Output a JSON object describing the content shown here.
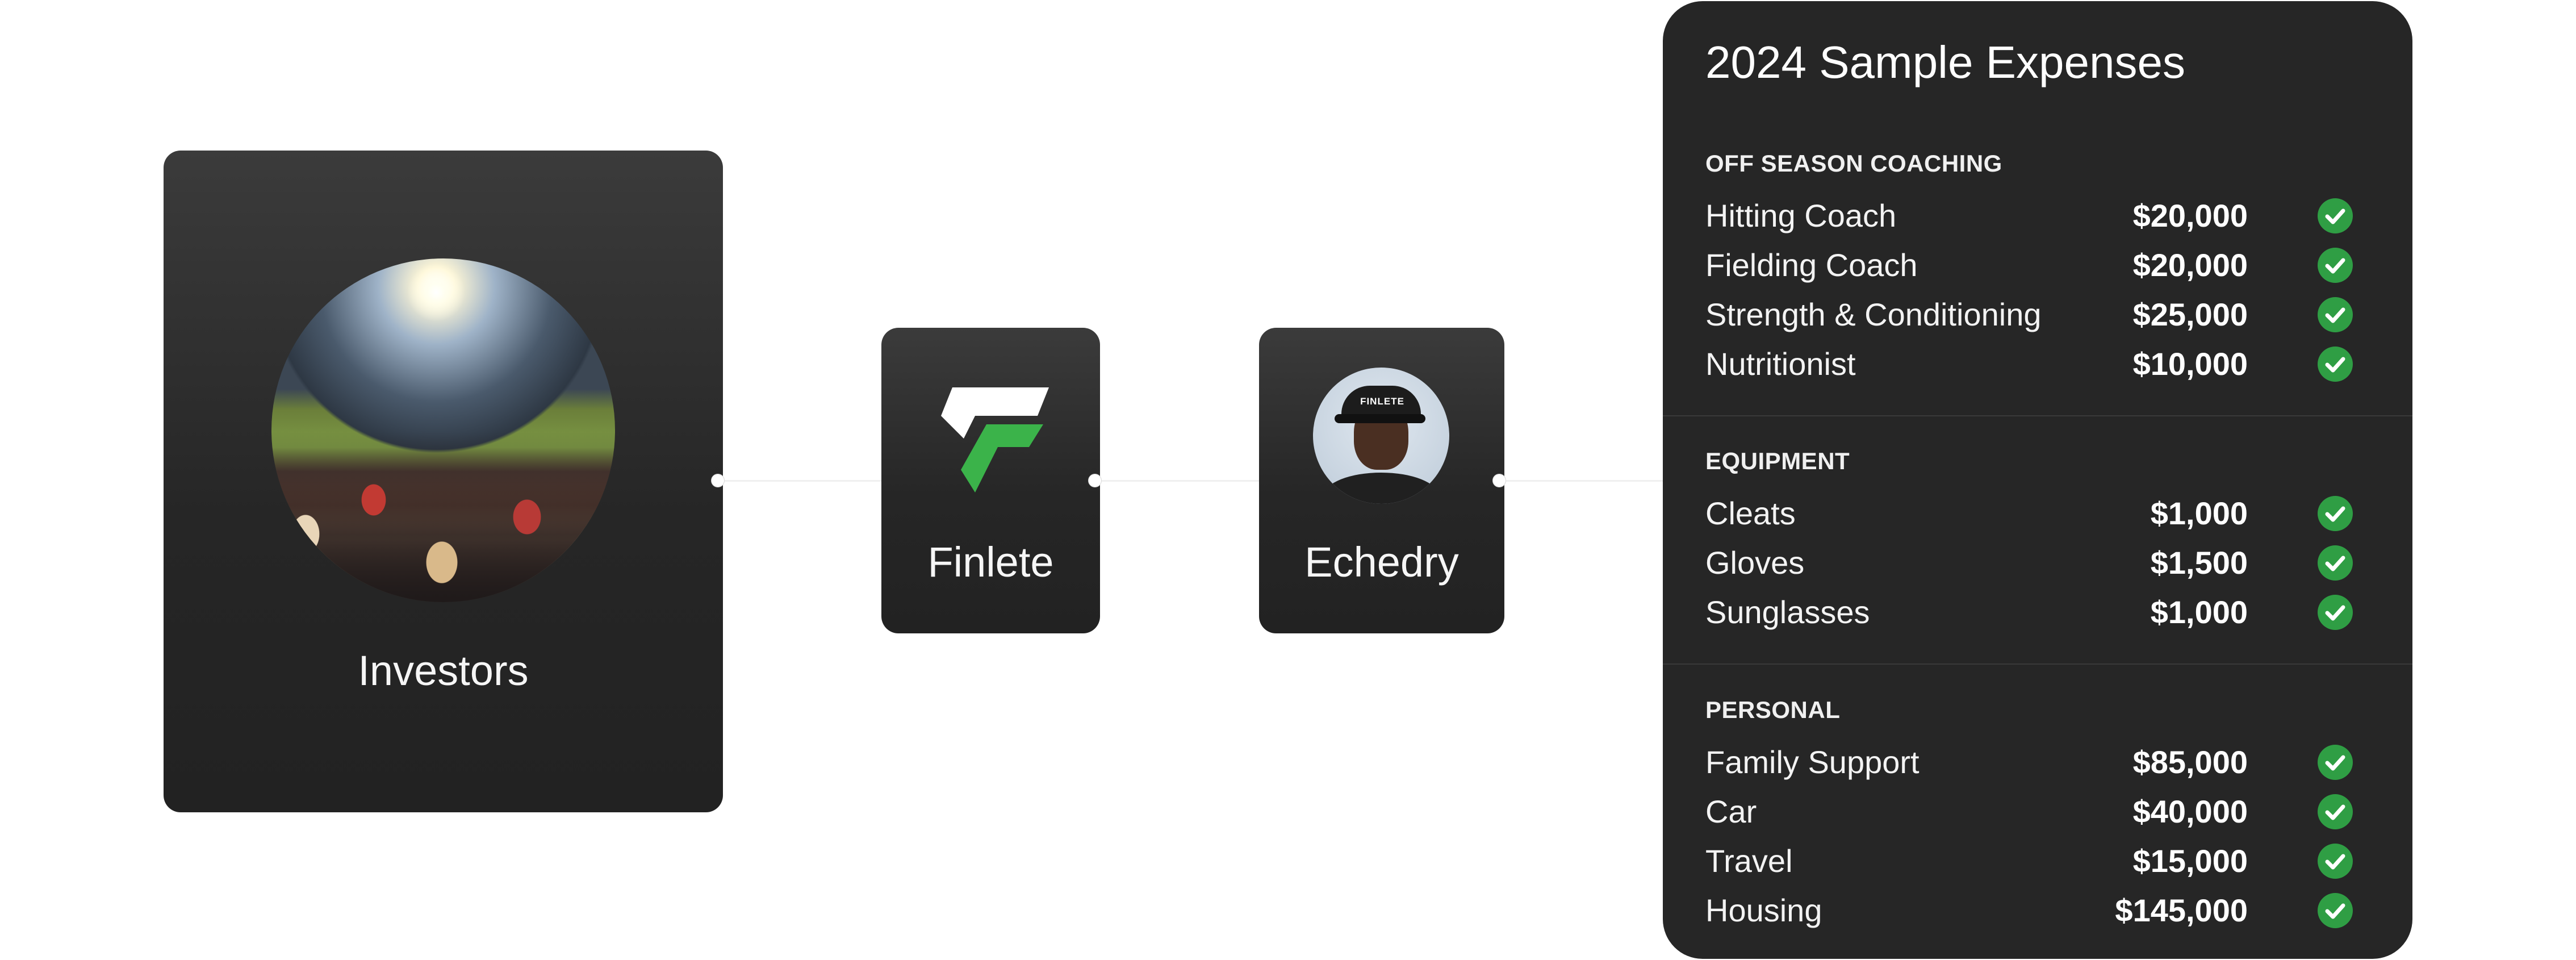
{
  "nodes": {
    "investors": {
      "label": "Investors",
      "image": "stadium-crowd-photo"
    },
    "finlete": {
      "label": "Finlete",
      "icon": "finlete-logo-icon",
      "colors": {
        "top": "#ffffff",
        "bottom": "#3bb34a"
      }
    },
    "athlete": {
      "label": "Echedry",
      "image": "athlete-portrait-photo",
      "cap_text": "FINLETE"
    }
  },
  "expenses": {
    "title": "2024 Sample Expenses",
    "check_color": "#2f9e44",
    "sections": [
      {
        "title": "OFF SEASON COACHING",
        "items": [
          {
            "name": "Hitting Coach",
            "amount": "$20,000"
          },
          {
            "name": "Fielding Coach",
            "amount": "$20,000"
          },
          {
            "name": "Strength & Conditioning",
            "amount": "$25,000"
          },
          {
            "name": "Nutritionist",
            "amount": "$10,000"
          }
        ]
      },
      {
        "title": "EQUIPMENT",
        "items": [
          {
            "name": "Cleats",
            "amount": "$1,000"
          },
          {
            "name": "Gloves",
            "amount": "$1,500"
          },
          {
            "name": "Sunglasses",
            "amount": "$1,000"
          }
        ]
      },
      {
        "title": "PERSONAL",
        "items": [
          {
            "name": "Family Support",
            "amount": "$85,000"
          },
          {
            "name": "Car",
            "amount": "$40,000"
          },
          {
            "name": "Travel",
            "amount": "$15,000"
          },
          {
            "name": "Housing",
            "amount": "$145,000"
          }
        ]
      }
    ]
  }
}
